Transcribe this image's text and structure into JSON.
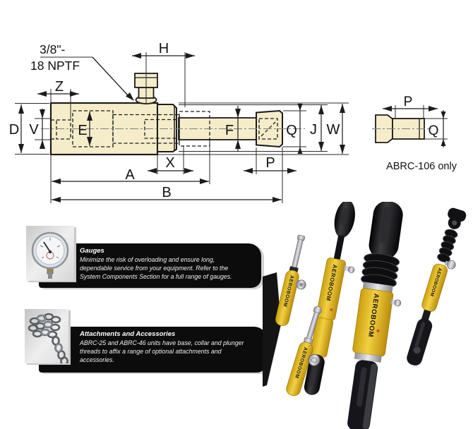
{
  "drawing": {
    "port_label": {
      "line1": "3/8\"-",
      "line2": "18 NPTF"
    },
    "dims": {
      "H": "H",
      "Z": "Z",
      "D": "D",
      "V": "V",
      "E": "E",
      "F": "F",
      "Q": "Q",
      "J": "J",
      "W": "W",
      "X": "X",
      "A": "A",
      "B": "B",
      "P": "P"
    },
    "detail": {
      "P": "P",
      "Q": "Q",
      "caption": "ABRC-106 only"
    },
    "colors": {
      "body_fill": "#f5ecca",
      "line": "#1c1c1c",
      "centerline": "#808080"
    }
  },
  "info_cards": [
    {
      "title": "Gauges",
      "lines": [
        "Minimize the risk of overloading and ensure long,",
        "dependable service from your equipment. Refer to the",
        "System Components Section for a full range of gauges."
      ],
      "photo": "pressure-gauge-photo"
    },
    {
      "title": "Attachments and  Accessories",
      "lines": [
        "ABRC-25 and ABRC-46 units have base, collar and plunger",
        "threads to affix a range of optional attachments and",
        "accessories."
      ],
      "photo": "chain-photo"
    }
  ],
  "product_photo": {
    "brand": "AEROBOOM",
    "colors": {
      "yellow": "#e9bf1d",
      "black": "#141414",
      "silver": "#b9b9bf"
    }
  }
}
